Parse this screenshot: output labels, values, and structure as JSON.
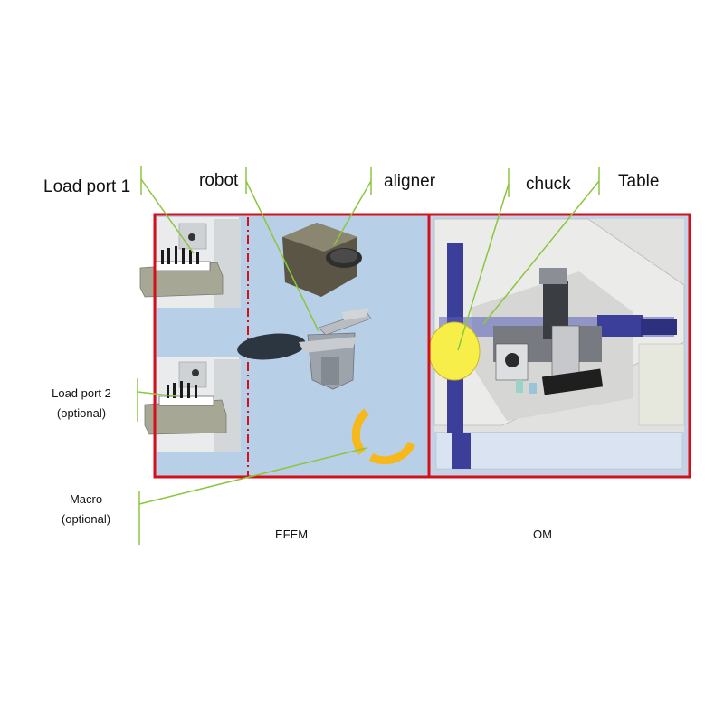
{
  "labels": {
    "load_port_1": "Load port 1",
    "robot": "robot",
    "aligner": "aligner",
    "chuck": "chuck",
    "table": "Table",
    "load_port_2": "Load port 2",
    "load_port_2_note": "(optional)",
    "macro": "Macro",
    "macro_note": "(optional)",
    "efem": "EFEM",
    "om": "OM"
  },
  "colors": {
    "frame": "#d3101c",
    "efem_bg": "#b8cfe8",
    "om_bg": "#c3d2e6",
    "leader": "#8cc63f",
    "macro": "#f6b81a",
    "chuck": "#f7ee4a",
    "table_rail": "#3b3f9a"
  }
}
